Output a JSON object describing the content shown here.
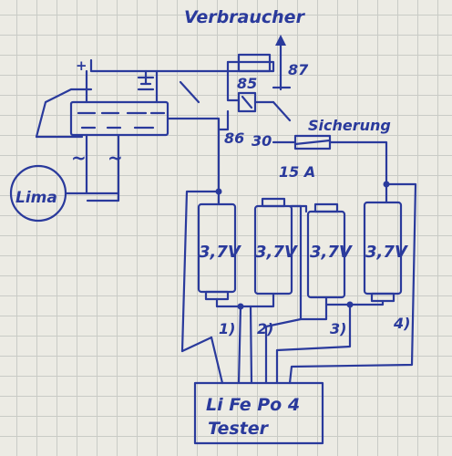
{
  "labels": {
    "load": "Verbraucher",
    "plus": "+",
    "relay_87": "87",
    "relay_85": "85",
    "relay_86": "86",
    "relay_30": "30",
    "fuse": "Sicherung",
    "fuse_rating": "15 A",
    "alternator": "Lima",
    "tilde_left": "~",
    "tilde_right": "~"
  },
  "cells": [
    "3,7V",
    "3,7V",
    "3,7V",
    "3,7V"
  ],
  "taps": [
    "1)",
    "2)",
    "3)",
    "4)"
  ],
  "tester": {
    "line1": "Li Fe Po 4",
    "line2": "Tester"
  }
}
